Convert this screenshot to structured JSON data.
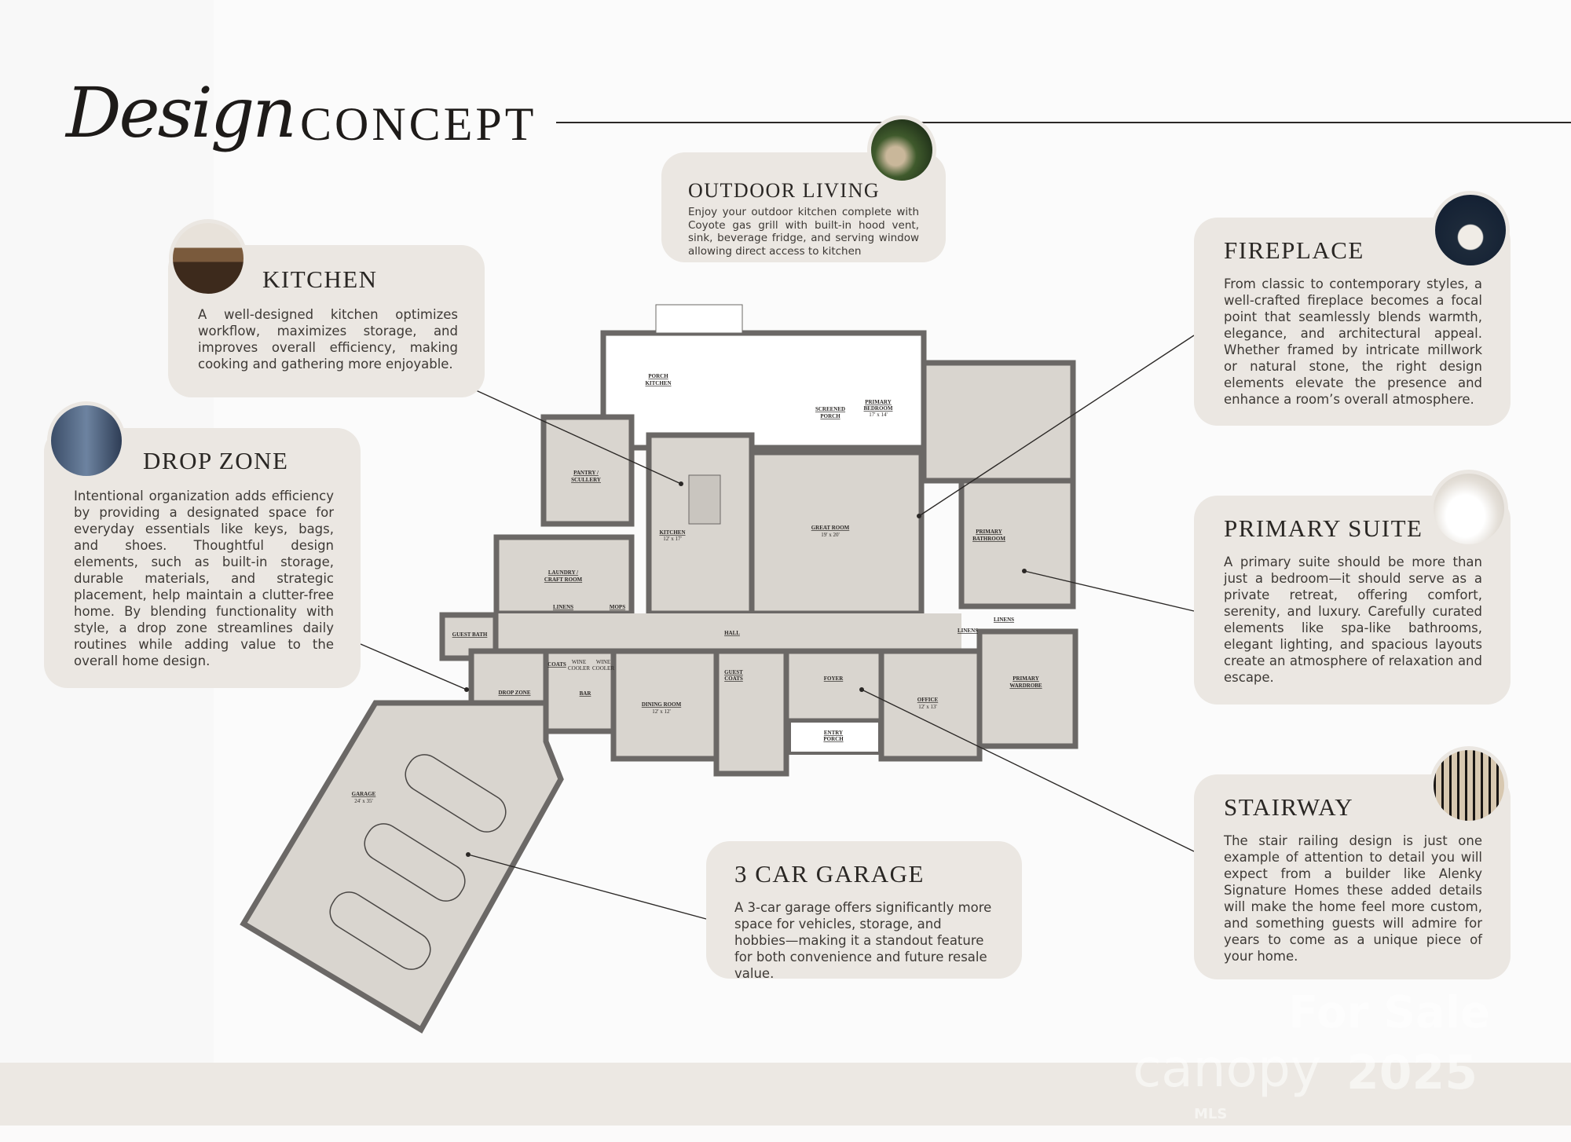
{
  "header": {
    "title_script": "Design",
    "title_caps": "CONCEPT"
  },
  "cards": {
    "outdoor": {
      "title": "OUTDOOR LIVING",
      "text": "Enjoy your outdoor kitchen complete with Coyote gas grill with built-in hood vent, sink, beverage fridge, and serving window allowing direct access to kitchen"
    },
    "kitchen": {
      "title": "KITCHEN",
      "text": "A well-designed kitchen optimizes workflow, maximizes storage, and improves overall efficiency, making cooking and gathering more enjoyable."
    },
    "dropzone": {
      "title": "DROP ZONE",
      "text": "Intentional organization adds efficiency by providing a designated space for everyday essentials like keys, bags, and shoes. Thoughtful design elements, such as built-in storage, durable materials, and strategic placement, help maintain a clutter-free home. By blending functionality with style, a drop zone streamlines daily routines while adding value to the overall home design."
    },
    "fireplace": {
      "title": "FIREPLACE",
      "text": "From classic to contemporary styles, a well-crafted fireplace becomes a focal point that seamlessly blends warmth, elegance, and architectural appeal. Whether framed by intricate millwork or natural stone, the right design elements elevate the presence and enhance a room’s overall atmosphere."
    },
    "suite": {
      "title": "PRIMARY SUITE",
      "text": "A primary suite should be more than just a bedroom—it should serve as a private retreat, offering comfort, serenity, and luxury. Carefully curated elements like spa-like bathrooms, elegant lighting, and spacious layouts create an atmosphere of relaxation and escape."
    },
    "stairway": {
      "title": "STAIRWAY",
      "text": "The stair railing design is just one example of attention to detail you will expect from a builder like Alenky Signature Homes these added details will make the home feel more custom, and something guests will admire for years to come as a unique piece of your home."
    },
    "garage": {
      "title": "3 CAR GARAGE",
      "text": "A 3-car garage offers significantly more space for vehicles, storage, and hobbies—making it a standout feature for both convenience and future resale value."
    }
  },
  "rooms": {
    "porch_kitchen": [
      "PORCH",
      "KITCHEN"
    ],
    "screened_porch": [
      "SCREENED",
      "PORCH"
    ],
    "primary_bedroom": [
      "PRIMARY",
      "BEDROOM",
      "17' x 14'"
    ],
    "pantry": [
      "PANTRY /",
      "SCULLERY"
    ],
    "kitchen": [
      "KITCHEN",
      "12' x 17'"
    ],
    "great_room": [
      "GREAT ROOM",
      "19' x 20'"
    ],
    "primary_bathroom": [
      "PRIMARY",
      "BATHROOM"
    ],
    "laundry": [
      "LAUNDRY /",
      "CRAFT ROOM"
    ],
    "linens": "LINENS",
    "mops": "MOPS",
    "hall": "HALL",
    "guest_bath": "GUEST BATH",
    "drop_zone": "DROP ZONE",
    "coats": "COATS",
    "wine_cooler": [
      "WINE",
      "COOLER"
    ],
    "bar": "BAR",
    "dining_room": [
      "DINING ROOM",
      "12' x 12'"
    ],
    "guest_coats": [
      "GUEST",
      "COATS"
    ],
    "foyer": "FOYER",
    "entry_porch": [
      "ENTRY",
      "PORCH"
    ],
    "office": [
      "OFFICE",
      "12' x 13'"
    ],
    "primary_wardrobe": [
      "PRIMARY",
      "WARDROBE"
    ],
    "garage": [
      "GARAGE",
      "24' x 35'"
    ]
  },
  "watermark": {
    "line1": "For Sale",
    "brand": "canopy",
    "sub": "MLS",
    "year": "2025"
  },
  "colors": {
    "card": "#ebe7e2",
    "room": "#d9d5cf",
    "wall": "#6b6866",
    "ink": "#2a2724"
  }
}
